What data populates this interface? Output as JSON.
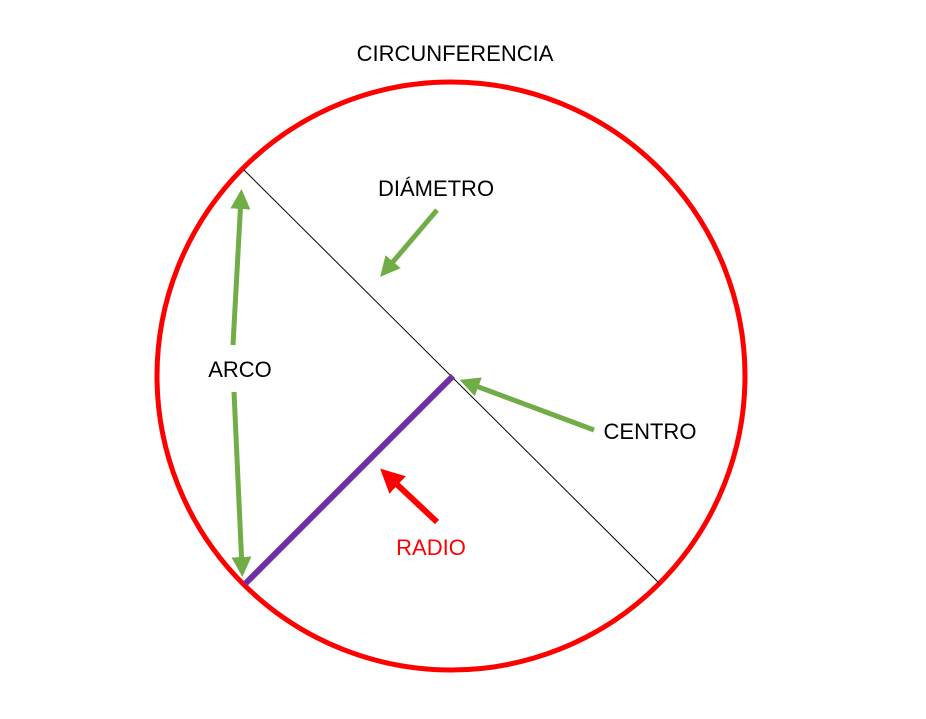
{
  "title": "CIRCUNFERENCIA",
  "labels": {
    "diameter": "DIÁMETRO",
    "arc": "ARCO",
    "center": "CENTRO",
    "radius": "RADIO"
  },
  "colors": {
    "circle": "#ff0000",
    "radius_line": "#7030a0",
    "arrows": "#70ad47",
    "radius_arrow": "#ff0000",
    "radius_label": "#ff0000",
    "diameter_line": "#000000"
  }
}
